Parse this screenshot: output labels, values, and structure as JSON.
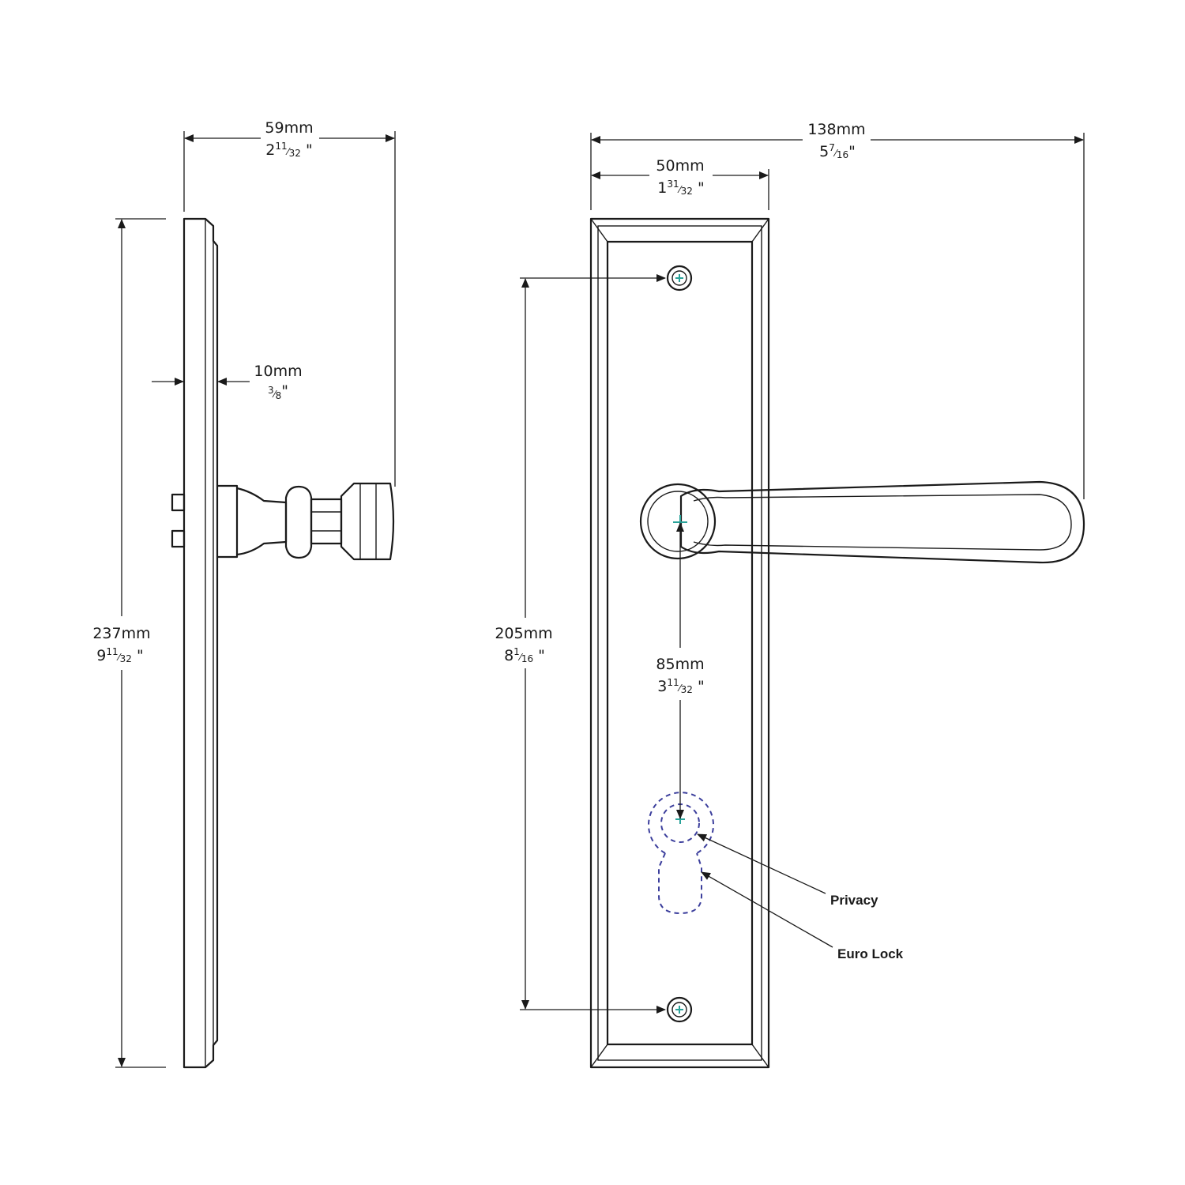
{
  "side_view": {
    "width_mm": "59mm",
    "width_in_whole": "2",
    "width_in_num": "11",
    "width_in_den": "32",
    "height_mm": "237mm",
    "height_in_whole": "9",
    "height_in_num": "11",
    "height_in_den": "32",
    "thickness_mm": "10mm",
    "thickness_in_num": "3",
    "thickness_in_den": "8"
  },
  "front_view": {
    "total_width_mm": "138mm",
    "total_width_in_whole": "5",
    "total_width_in_num": "7",
    "total_width_in_den": "16",
    "plate_width_mm": "50mm",
    "plate_width_in_whole": "1",
    "plate_width_in_num": "31",
    "plate_width_in_den": "32",
    "screw_centres_mm": "205mm",
    "screw_centres_in_whole": "8",
    "screw_centres_in_num": "1",
    "screw_centres_in_den": "16",
    "spindle_to_lock_mm": "85mm",
    "spindle_to_lock_in_whole": "3",
    "spindle_to_lock_in_num": "11",
    "spindle_to_lock_in_den": "32"
  },
  "callouts": {
    "privacy": "Privacy",
    "euro_lock": "Euro Lock"
  },
  "inch_mark": "\"",
  "colors": {
    "line": "#1a1a1a",
    "hidden_outline": "#3b3e9c",
    "screw_cross": "#2aa39a"
  }
}
